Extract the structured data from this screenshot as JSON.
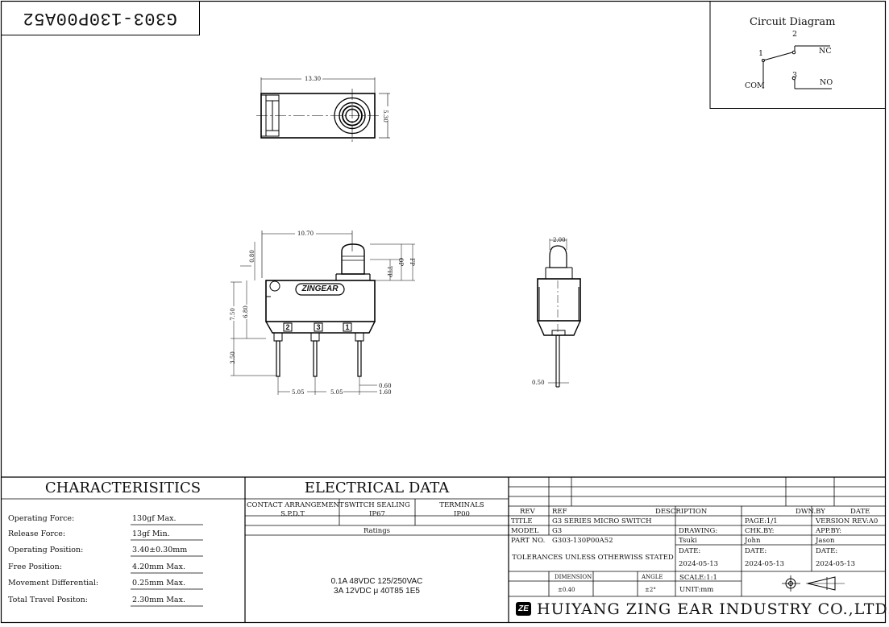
{
  "part_number_mirrored": "G303-130P00A52",
  "circuit": {
    "title": "Circuit Diagram",
    "pin2": "2",
    "pin1": "1",
    "pin3": "3",
    "nc": "NC",
    "no": "NO",
    "com": "COM"
  },
  "dimensions": {
    "top_width": "13.30",
    "top_height": "5.30",
    "front_width": "10.70",
    "front_0_80": "0.80",
    "front_ttp": "TTP",
    "front_op": "OP",
    "front_fp": "FP",
    "front_7_50": "7.50",
    "front_6_80": "6.80",
    "front_3_50": "3.50",
    "front_pitch1": "5.05",
    "front_pitch2": "5.05",
    "front_0_60": "0.60",
    "front_1_60": "1.60",
    "side_2_00": "2.00",
    "side_0_50": "0.50"
  },
  "switch": {
    "brand": "ZINGEAR",
    "terminals": [
      "2",
      "3",
      "1"
    ]
  },
  "characteristics": {
    "header": "CHARACTERISITICS",
    "rows": [
      {
        "label": "Operating Force:",
        "value": "130gf Max."
      },
      {
        "label": "Release Force:",
        "value": "13gf Min."
      },
      {
        "label": "Operating Position:",
        "value": "3.40±0.30mm"
      },
      {
        "label": "Free Position:",
        "value": "4.20mm Max."
      },
      {
        "label": "Movement Differential:",
        "value": "0.25mm Max."
      },
      {
        "label": "Total Travel Positon:",
        "value": "2.30mm Max."
      }
    ]
  },
  "electrical": {
    "header": "ELECTRICAL DATA",
    "col1_label": "CONTACT ARRANGEMENT",
    "col1_value": "S.P.D.T",
    "col2_label": "SWITCH SEALING",
    "col2_value": "IP67",
    "col3_label": "TERMINALS",
    "col3_value": "IP00",
    "ratings_label": "Ratings",
    "rating_line1": "0.1A 48VDC 125/250VAC",
    "rating_line2": "3A 12VDC μ 40T85 1E5"
  },
  "title_block": {
    "rev": "REV",
    "ref": "REF",
    "description": "DESCRIPTION",
    "dwn_by": "DWN.BY",
    "date": "DATE",
    "title_label": "TITLE",
    "title_value": "G3 SERIES MICRO SWITCH",
    "page": "PAGE:1/1",
    "version": "VERSION REV:A0",
    "model_label": "MODEL",
    "model_value": "G3",
    "drawing_label": "DRAWING:",
    "chk_label": "CHK.BY:",
    "app_label": "APP.BY:",
    "part_label": "PART NO.",
    "part_value": "G303-130P00A52",
    "drawing_name": "Tsuki",
    "chk_name": "John",
    "app_name": "Jason",
    "tolerances": "TOLERANCES UNLESS OTHERWISS STATED",
    "date_label1": "DATE:",
    "date_value1": "2024-05-13",
    "date_label2": "DATE:",
    "date_value2": "2024-05-13",
    "date_label3": "DATE:",
    "date_value3": "2024-05-13",
    "dimension_label": "DIMENSION",
    "angle_label": "ANGLE",
    "dimension_tol": "±0.40",
    "angle_tol": "±2°",
    "scale": "SCALE:1:1",
    "unit": "UNIT:mm",
    "company": "HUIYANG ZING EAR INDUSTRY CO.,LTD."
  }
}
